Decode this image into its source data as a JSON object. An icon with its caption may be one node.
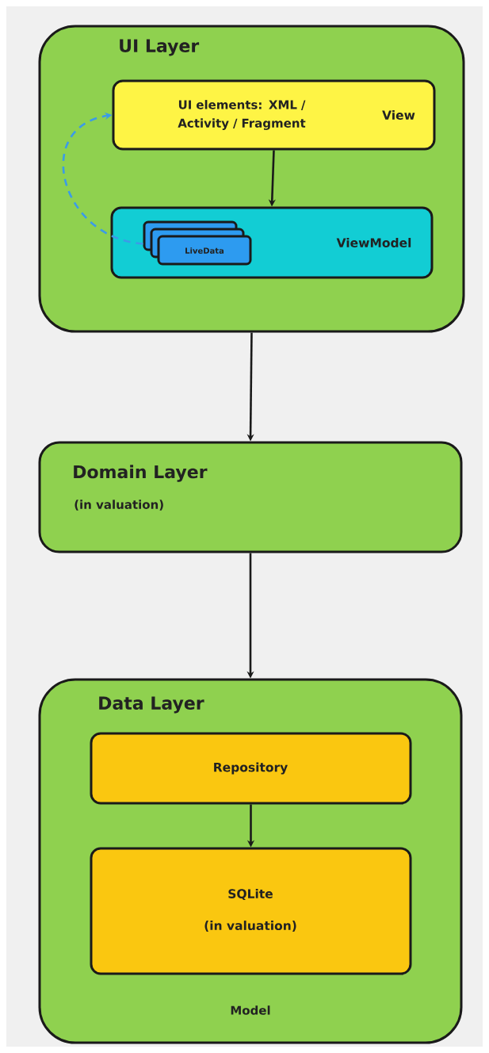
{
  "diagram": {
    "nodes": [
      {
        "text": [
          "UI Layer"
        ]
      },
      {
        "text": [
          "UI elements: XML / Activity / Fragment",
          "View"
        ],
        "in": 0
      },
      {
        "text": [
          "ViewModel"
        ],
        "in": 0
      },
      {
        "text": [
          "LiveData"
        ],
        "in": 2
      },
      {
        "text": [
          "Domain Layer",
          "(in valuation)"
        ]
      },
      {
        "text": [
          "Data Layer",
          "Model"
        ]
      },
      {
        "text": [
          "Repository"
        ],
        "in": 5
      },
      {
        "text": [
          "SQLite",
          "(in valuation)"
        ],
        "in": 5
      }
    ],
    "edges": [
      {
        "from": 1,
        "to": 2,
        "arrow": "to"
      },
      {
        "from": 3,
        "to": 1,
        "arrow": "to",
        "style": "dashed",
        "color": "#3b9be8"
      },
      {
        "from": 0,
        "to": 4,
        "arrow": "to"
      },
      {
        "from": 4,
        "to": 5,
        "arrow": "to"
      },
      {
        "from": 6,
        "to": 7,
        "arrow": "to"
      }
    ]
  }
}
